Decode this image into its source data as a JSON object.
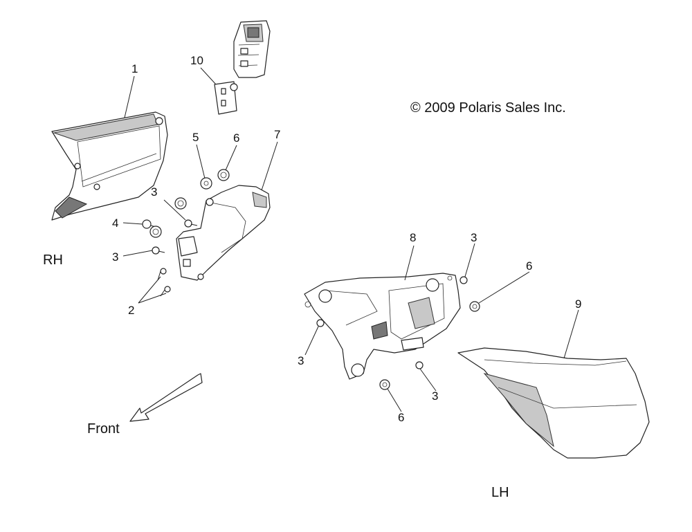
{
  "copyright": "© 2009 Polaris Sales Inc.",
  "sides": {
    "right": "RH",
    "left": "LH"
  },
  "direction": {
    "label": "Front"
  },
  "callouts": {
    "c1": "1",
    "c10": "10",
    "c5": "5",
    "c6a": "6",
    "c7": "7",
    "c3a": "3",
    "c4": "4",
    "c3b": "3",
    "c2": "2",
    "c8": "8",
    "c3c": "3",
    "c6b": "6",
    "c9": "9",
    "c3d": "3",
    "c3e": "3",
    "c6c": "6"
  }
}
